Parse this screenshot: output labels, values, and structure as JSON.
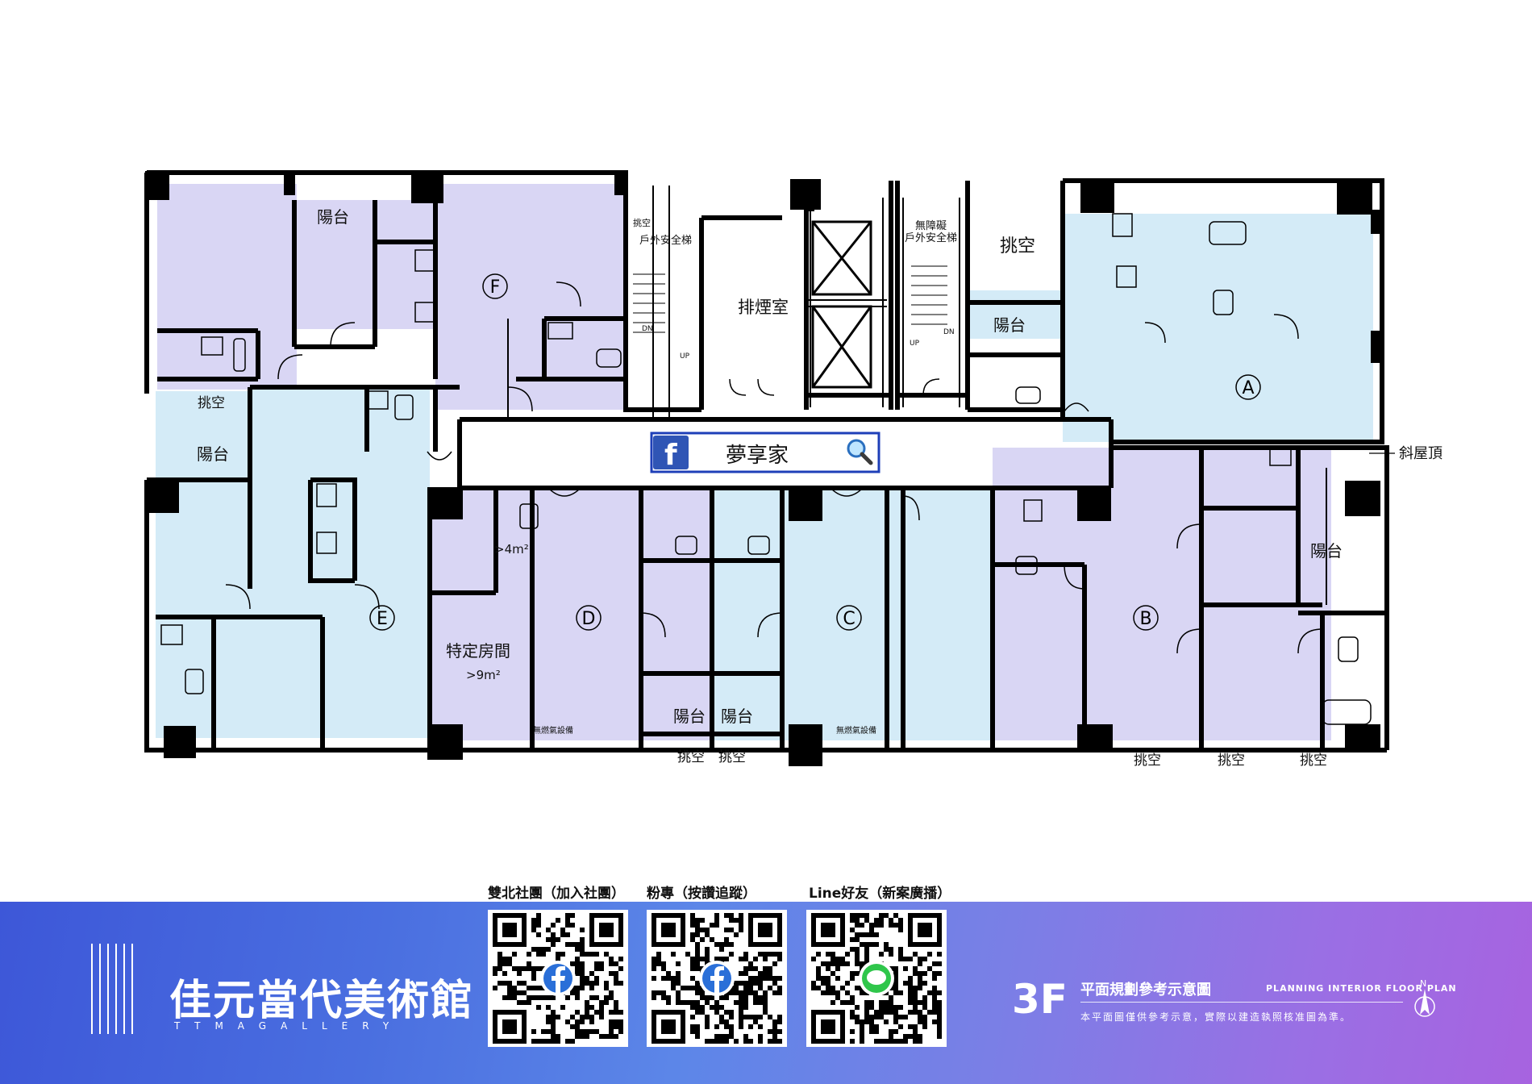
{
  "plan": {
    "units": [
      "A",
      "B",
      "C",
      "D",
      "E",
      "F"
    ],
    "labels": {
      "balcony": "陽台",
      "void": "挑空",
      "smoke_room": "排煙室",
      "outdoor_stairs": "戶外安全梯",
      "accessible_stairs_1": "無障礙",
      "accessible_stairs_2": "戶外安全梯",
      "sloped_roof": "斜屋頂",
      "special_room": "特定房間",
      "special_room_area": ">9m²",
      "small_room_area": ">4m²",
      "no_gas": "無燃氣設備",
      "stair_dn": "DN",
      "stair_up": "UP",
      "void_small": "挑空"
    }
  },
  "search_banner": {
    "label": "夢享家"
  },
  "qr": [
    {
      "label": "雙北社團（加入社團）",
      "icon": "facebook-icon"
    },
    {
      "label": "粉專（按讚追蹤）",
      "icon": "facebook-icon"
    },
    {
      "label": "Line好友（新案廣播）",
      "icon": "line-icon"
    }
  ],
  "brand": {
    "title": "佳元當代美術館",
    "subtitle": "TTMAGALLERY"
  },
  "floor": {
    "label": "3F",
    "title": "平面規劃參考示意圖",
    "title_en": "PLANNING INTERIOR FLOOR PLAN",
    "note": "本平面圖僅供參考示意，實際以建造執照核准圖為準。",
    "north": "N"
  },
  "colors": {
    "purple_room": "#d9d6f4",
    "blue_room": "#d4ebf7",
    "wall": "#000000"
  }
}
